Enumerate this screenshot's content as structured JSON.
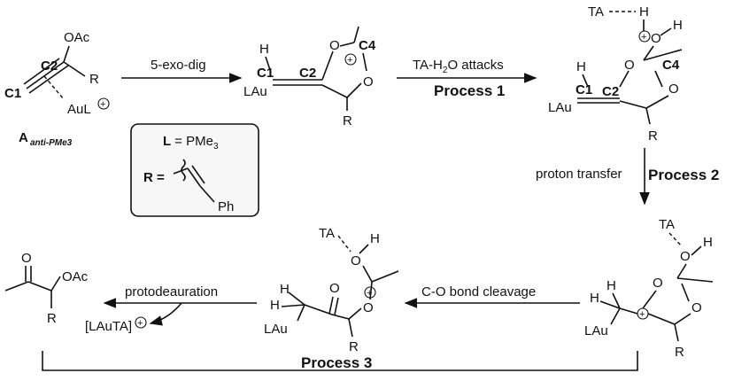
{
  "labels": {
    "oac": "OAc",
    "r": "R",
    "c1": "C1",
    "c2": "C2",
    "c4": "C4",
    "aul": "AuL",
    "lau": "LAu",
    "o": "O",
    "h": "H",
    "ta": "TA",
    "ph": "Ph",
    "a_main": "A",
    "a_sub": "anti-PMe3",
    "l_eq": "L",
    "pme": "= PMe",
    "pme_sub": "3",
    "r_eq": "R =",
    "ta_h2o": "TA-H",
    "ta_h2o_sub": "2",
    "ta_h2o_tail": "O attacks",
    "lautat": "[LAuTA]"
  },
  "steps": {
    "s1": "5-exo-dig",
    "s2_bold": "Process 1",
    "s3": "proton transfer",
    "s3_bold": "Process 2",
    "s4": "C-O bond cleavage",
    "s5": "protodeauration",
    "s6_bold": "Process 3"
  }
}
